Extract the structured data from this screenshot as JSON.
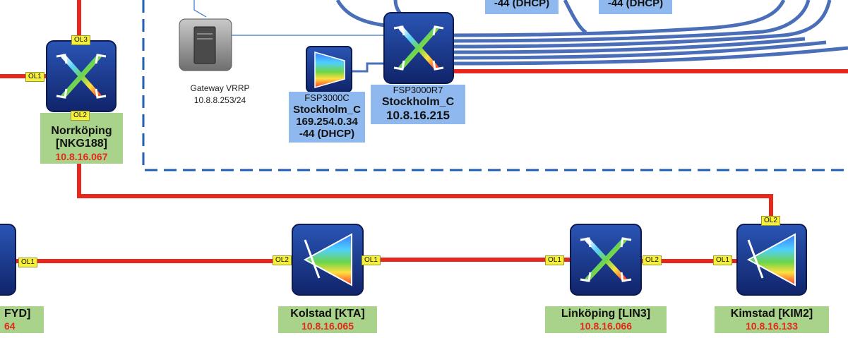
{
  "nodes": {
    "norrkoping": {
      "name": "Norrköping",
      "id": "[NKG188]",
      "ip": "10.8.16.067"
    },
    "kolstad": {
      "name": "Kolstad [KTA]",
      "ip": "10.8.16.065"
    },
    "linkoping": {
      "name": "Linköping [LIN3]",
      "ip": "10.8.16.066"
    },
    "kimstad": {
      "name": "Kimstad [KIM2]",
      "ip": "10.8.16.133"
    },
    "fyd": {
      "name": "FYD]",
      "ip": "64"
    },
    "stockholm_r7": {
      "model": "FSP3000R7",
      "name": "Stockholm_C",
      "ip": "10.8.16.215"
    },
    "stockholm_c": {
      "model": "FSP3000C",
      "name": "Stockholm_C",
      "ip_line1": "169.254.0.34",
      "ip_line2": "-44 (DHCP)"
    },
    "top_a": {
      "text": "-44 (DHCP)"
    },
    "top_b": {
      "text": "-44 (DHCP)"
    }
  },
  "gateway": {
    "name": "Gateway VRRP",
    "ip": "10.8.8.253/24"
  },
  "ports": {
    "nkg_top": "OL3",
    "nkg_left": "OL1",
    "nkg_bottom": "OL2",
    "fyd_right": "OL1",
    "kta_left": "OL2",
    "kta_right": "OL1",
    "lin_left": "OL1",
    "lin_right": "OL2",
    "kim_left": "OL1",
    "kim_top": "OL2"
  },
  "colors": {
    "fiber": "#e8271c",
    "mgmt": "#4a6fb8",
    "dash": "#1f5fb6",
    "tile": "#1d3a8a",
    "label_green": "#a9d38a",
    "label_blue": "#8fb8ee"
  }
}
